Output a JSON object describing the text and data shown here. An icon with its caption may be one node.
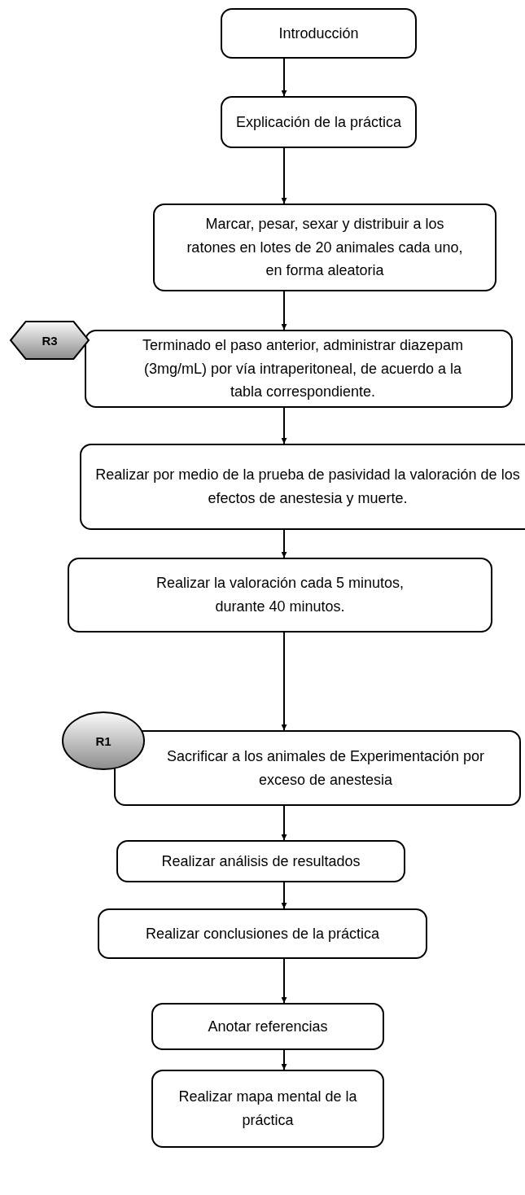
{
  "diagram": {
    "nodes": [
      {
        "text": [
          "Introducción"
        ]
      },
      {
        "text": [
          "Explicación de la práctica"
        ]
      },
      {
        "text": [
          "Marcar, pesar, sexar y distribuir a los ratones en lotes de 20 animales cada uno, en forma aleatoria"
        ]
      },
      {
        "text": [
          "R3"
        ]
      },
      {
        "text": [
          "Terminado el paso anterior, administrar diazepam (3mg/mL) por vía intraperitoneal, de acuerdo a la tabla correspondiente."
        ]
      },
      {
        "text": [
          "Realizar por medio de la prueba de pasividad la valoración de los efectos de anestesia y muerte."
        ]
      },
      {
        "text": [
          "Realizar la valoración cada 5 minutos, durante 40 minutos."
        ]
      },
      {
        "text": [
          "R1"
        ]
      },
      {
        "text": [
          "Sacrificar a los animales de Experimentación por exceso de anestesia"
        ]
      },
      {
        "text": [
          "Realizar análisis de resultados"
        ]
      },
      {
        "text": [
          "Realizar conclusiones de la práctica"
        ]
      },
      {
        "text": [
          "Anotar referencias"
        ]
      },
      {
        "text": [
          "Realizar mapa mental de la práctica"
        ]
      }
    ],
    "edges": [
      {
        "from": 0,
        "to": 1,
        "arrow": "to"
      },
      {
        "from": 1,
        "to": 2,
        "arrow": "to"
      },
      {
        "from": 2,
        "to": 4,
        "arrow": "to"
      },
      {
        "from": 4,
        "to": 5,
        "arrow": "to"
      },
      {
        "from": 5,
        "to": 6,
        "arrow": "to"
      },
      {
        "from": 6,
        "to": 8,
        "arrow": "to"
      },
      {
        "from": 8,
        "to": 9,
        "arrow": "to"
      },
      {
        "from": 9,
        "to": 10,
        "arrow": "to"
      },
      {
        "from": 10,
        "to": 11,
        "arrow": "to"
      },
      {
        "from": 11,
        "to": 12,
        "arrow": "to"
      }
    ]
  }
}
